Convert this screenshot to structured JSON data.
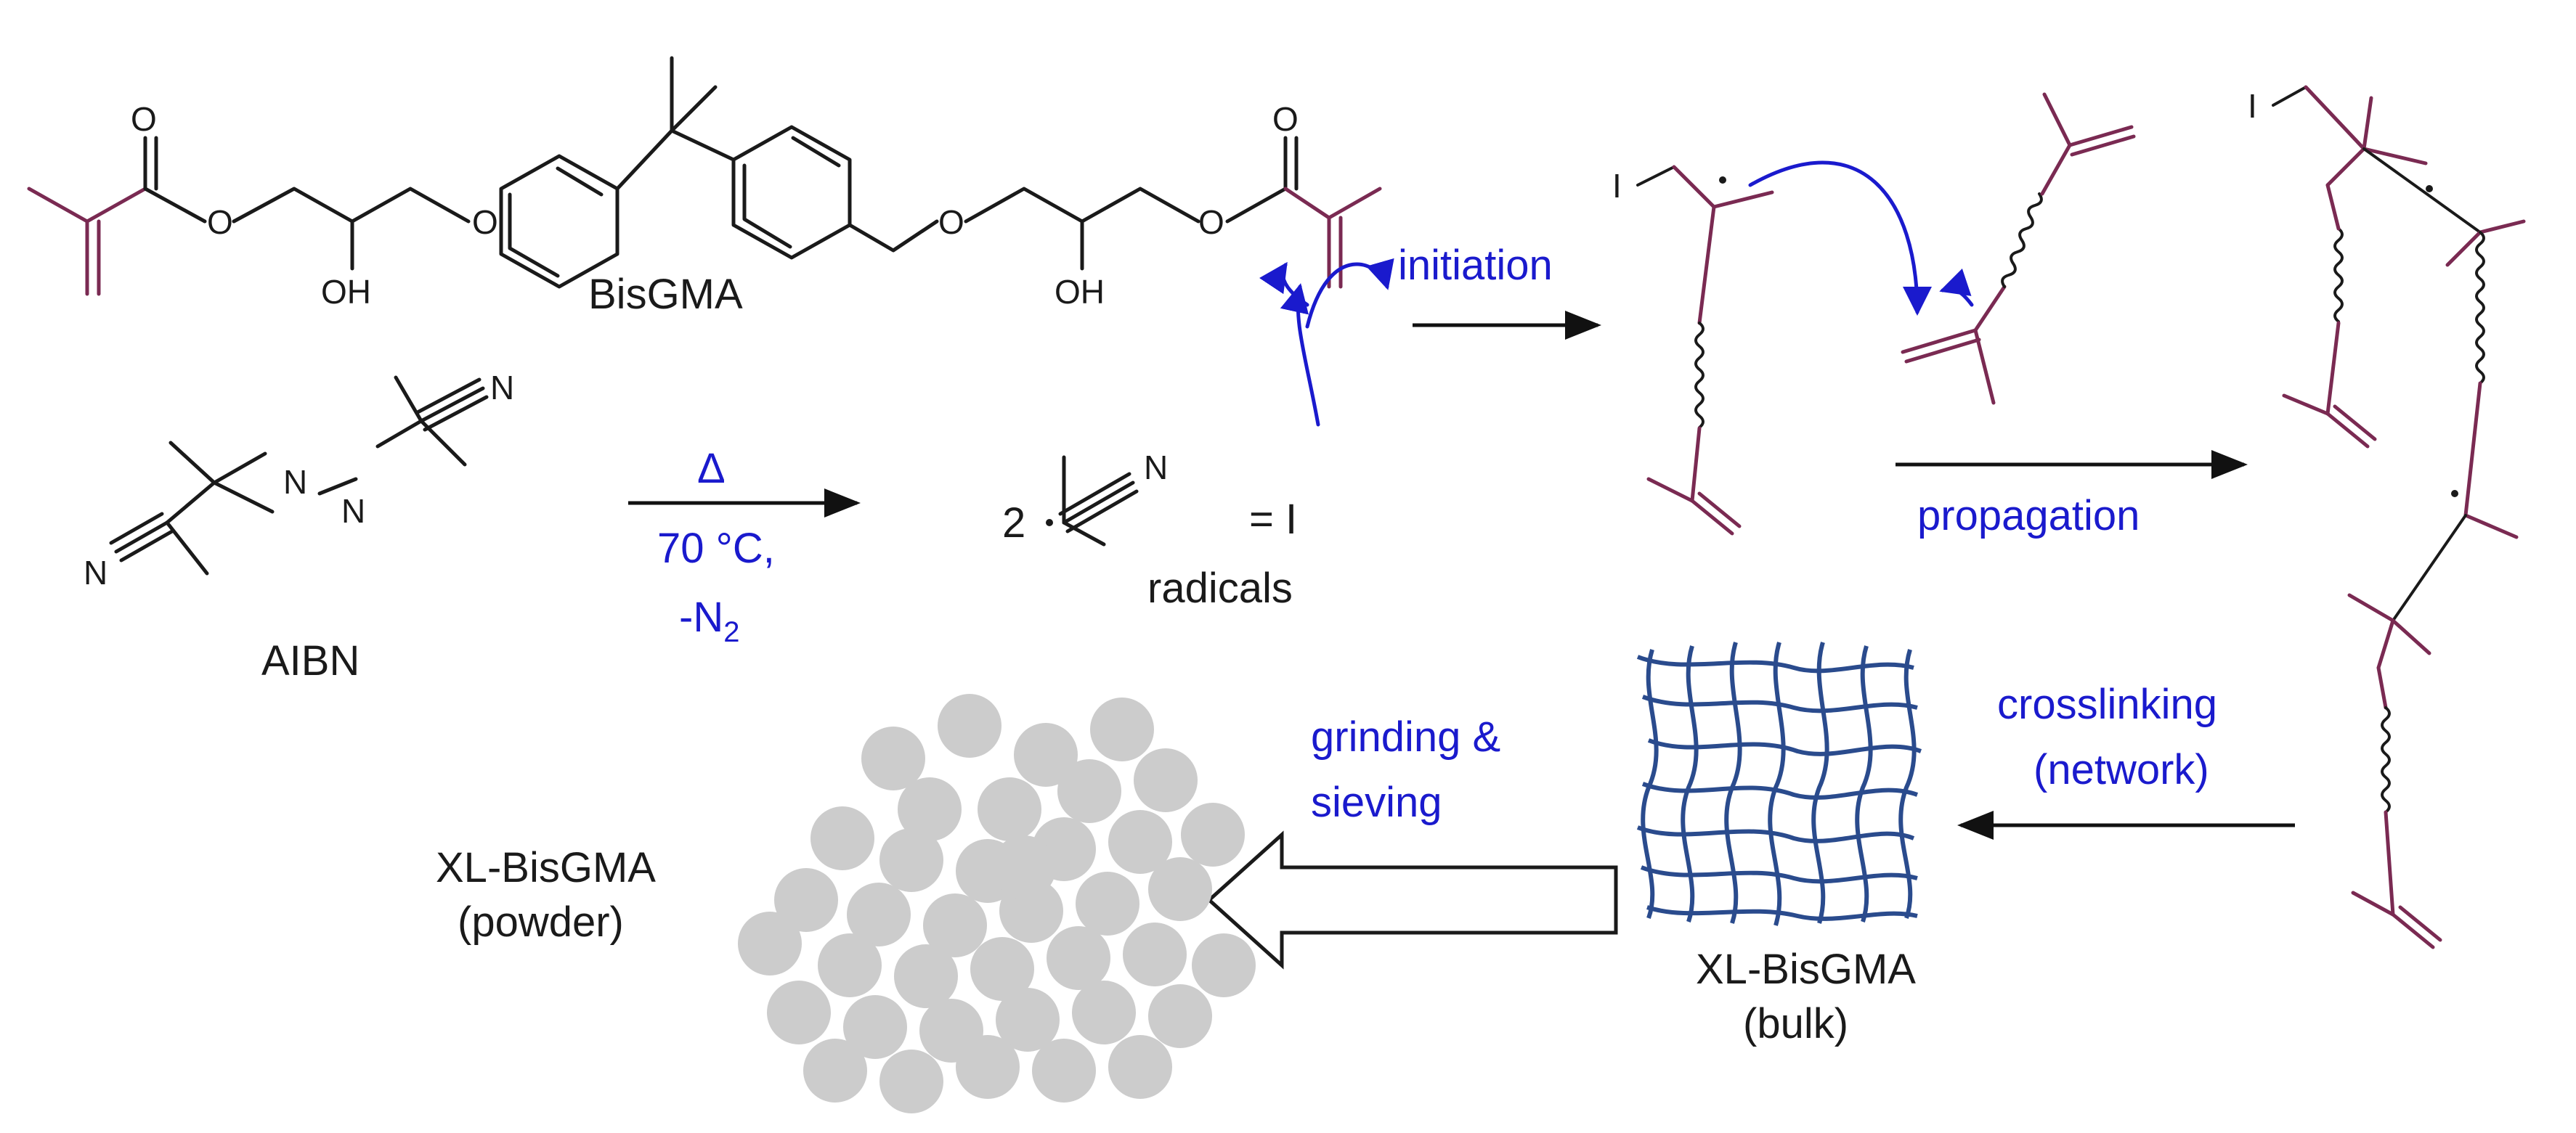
{
  "labels": {
    "bisgma": "BisGMA",
    "aibn": "AIBN",
    "radicals": "radicals",
    "radical_coef": "2",
    "equals_i": "= I",
    "initiation": "initiation",
    "heat": "Δ",
    "temp": "70 °C,",
    "n2_minus": "-N",
    "n2_sub": "2",
    "propagation": "propagation",
    "crosslinking": "crosslinking",
    "network": "(network)",
    "grinding": "grinding &",
    "sieving": "sieving",
    "xl_bulk": "XL-BisGMA",
    "bulk": "(bulk)",
    "xl_powder": "XL-BisGMA",
    "powder": "(powder)"
  },
  "atoms": {
    "o": "O",
    "oh": "OH",
    "n": "N",
    "i": "I"
  },
  "colors": {
    "monomer": "#7a2a52",
    "reagent_text": "#1a1acd",
    "network_mesh": "#2a4b8d",
    "powder_particle": "#cccccc",
    "bonds": "#1a1a1a"
  }
}
